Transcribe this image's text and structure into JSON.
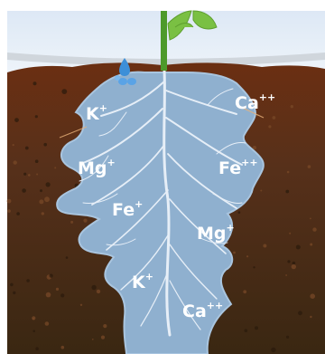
{
  "colors": {
    "sky": "#e4eef8",
    "soil_top": "#6a2e12",
    "soil_bottom": "#3a2712",
    "water": "#8fb3d3",
    "water_edge": "#a8c6e0",
    "root": "#e8f0f8",
    "stem": "#4d9a2a",
    "leaf": "#7ac043",
    "droplet": "#3d8fd8"
  },
  "ions": [
    {
      "symbol": "K",
      "charge": "+"
    },
    {
      "symbol": "Ca",
      "charge": "++"
    },
    {
      "symbol": "Mg",
      "charge": "+"
    },
    {
      "symbol": "Fe",
      "charge": "++"
    },
    {
      "symbol": "Fe",
      "charge": "+"
    },
    {
      "symbol": "Mg",
      "charge": "+"
    },
    {
      "symbol": "K",
      "charge": "+"
    },
    {
      "symbol": "Ca",
      "charge": "++"
    }
  ]
}
